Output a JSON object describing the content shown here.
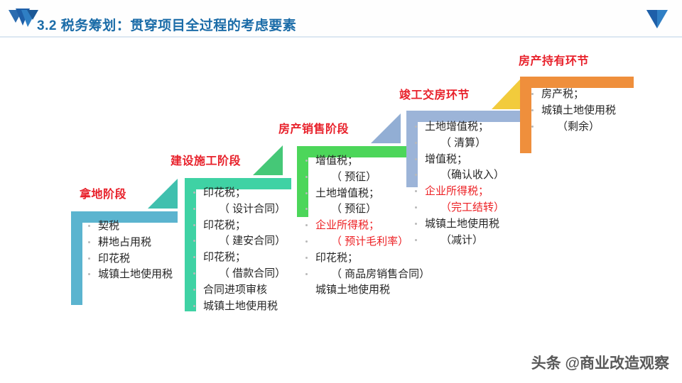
{
  "header": {
    "title": "3.2 税务筹划：贯穿项目全过程的考虑要素",
    "title_color": "#1b6ca8",
    "logo_icon": "logo-triangles-icon",
    "corner_icon": "down-triangle-icon"
  },
  "watermark": {
    "text": "头条 @商业改造观察"
  },
  "stages": [
    {
      "title": "拿地阶段",
      "bracket_color": "#5bb4cf",
      "riser_color": "#3fc0ae",
      "items": [
        {
          "text": "契税",
          "red": false,
          "sub": false
        },
        {
          "text": "耕地占用税",
          "red": false,
          "sub": false
        },
        {
          "text": "印花税",
          "red": false,
          "sub": false
        },
        {
          "text": "城镇土地使用税",
          "red": false,
          "sub": false
        }
      ]
    },
    {
      "title": "建设施工阶段",
      "bracket_color": "#3fd2a4",
      "riser_color": "#45c877",
      "items": [
        {
          "text": "印花税；",
          "red": false,
          "sub": false
        },
        {
          "text": "（ 设计合同）",
          "red": false,
          "sub": true
        },
        {
          "text": "印花税；",
          "red": false,
          "sub": false
        },
        {
          "text": "（ 建安合同）",
          "red": false,
          "sub": true
        },
        {
          "text": "印花税；",
          "red": false,
          "sub": false
        },
        {
          "text": "（ 借款合同）",
          "red": false,
          "sub": true
        },
        {
          "text": "合同进项审核",
          "red": false,
          "sub": false
        },
        {
          "text": "城镇土地使用税",
          "red": false,
          "sub": false
        }
      ]
    },
    {
      "title": "房产销售阶段",
      "bracket_color": "#4cd65a",
      "riser_color": "#92aed4",
      "items": [
        {
          "text": "增值税；",
          "red": false,
          "sub": false
        },
        {
          "text": "（ 预征）",
          "red": false,
          "sub": true
        },
        {
          "text": "土地增值税；",
          "red": false,
          "sub": false
        },
        {
          "text": "（ 预征）",
          "red": false,
          "sub": true
        },
        {
          "text": "企业所得税；",
          "red": true,
          "sub": false
        },
        {
          "text": "（ 预计毛利率）",
          "red": true,
          "sub": true
        },
        {
          "text": "印花税；",
          "red": false,
          "sub": false
        },
        {
          "text": "（ 商品房销售合同）",
          "red": false,
          "sub": true
        },
        {
          "text": "城镇土地使用税",
          "red": false,
          "sub": false
        }
      ]
    },
    {
      "title": "竣工交房环节",
      "bracket_color": "#9cb4d8",
      "riser_color": "#f2cb3c",
      "items": [
        {
          "text": "土地增值税；",
          "red": false,
          "sub": false
        },
        {
          "text": "（ 清算）",
          "red": false,
          "sub": true
        },
        {
          "text": "增值税；",
          "red": false,
          "sub": false
        },
        {
          "text": "（确认收入）",
          "red": false,
          "sub": true
        },
        {
          "text": "企业所得税；",
          "red": true,
          "sub": false
        },
        {
          "text": "（完工结转）",
          "red": true,
          "sub": true
        },
        {
          "text": "城镇土地使用税",
          "red": false,
          "sub": false
        },
        {
          "text": "（减计）",
          "red": false,
          "sub": true
        }
      ]
    },
    {
      "title": "房产持有环节",
      "bracket_color": "#ef8f3c",
      "riser_color": "#f2cb3c",
      "items": [
        {
          "text": "房产税；",
          "red": false,
          "sub": false
        },
        {
          "text": "城镇土地使用税",
          "red": false,
          "sub": false
        },
        {
          "text": "（剩余）",
          "red": false,
          "sub": true
        }
      ]
    }
  ]
}
